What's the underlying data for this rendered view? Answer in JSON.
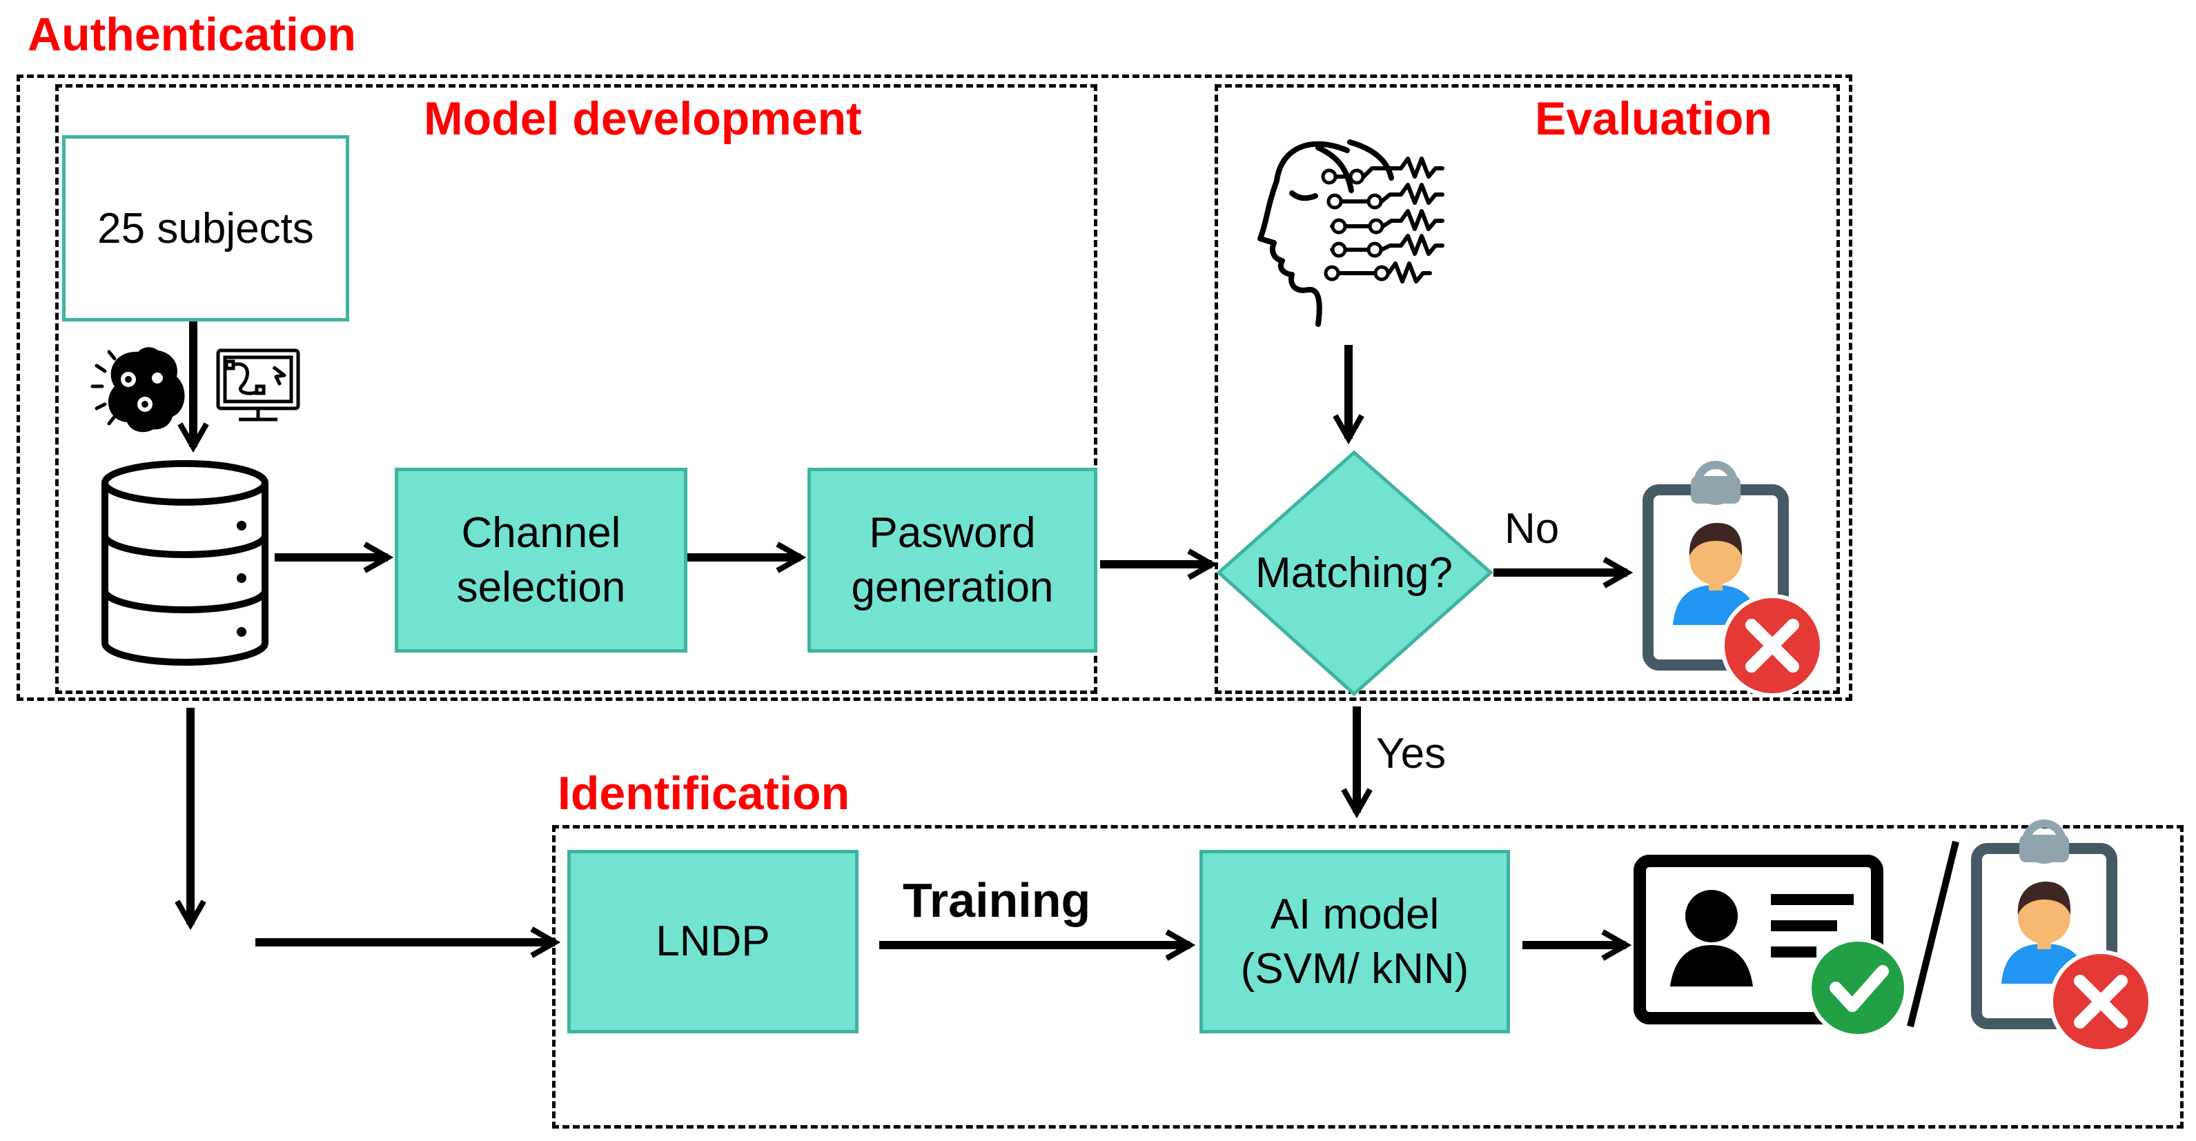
{
  "sections": {
    "authentication": "Authentication",
    "model_development": "Model development",
    "evaluation": "Evaluation",
    "identification": "Identification"
  },
  "nodes": {
    "subjects": "25 subjects",
    "channel_selection": "Channel\nselection",
    "password_generation": "Pasword\ngeneration",
    "matching": "Matching?",
    "lndp": "LNDP",
    "ai_model": "AI model\n(SVM/ kNN)"
  },
  "edge_labels": {
    "no": "No",
    "yes": "Yes",
    "training": "Training"
  },
  "icons": [
    "brain-gear-icon",
    "monitor-path-icon",
    "database-icon",
    "eeg-head-icon",
    "badge-rejected-icon",
    "id-card-accepted-icon"
  ],
  "colors": {
    "title_red": "#ff0000",
    "process_fill": "#73e3d1",
    "process_border": "#3fb3a1",
    "reject_red": "#e53935",
    "accept_green": "#22a045",
    "badge_frame": "#455a64",
    "person_skin": "#f5b971",
    "person_shirt": "#2196f3"
  }
}
